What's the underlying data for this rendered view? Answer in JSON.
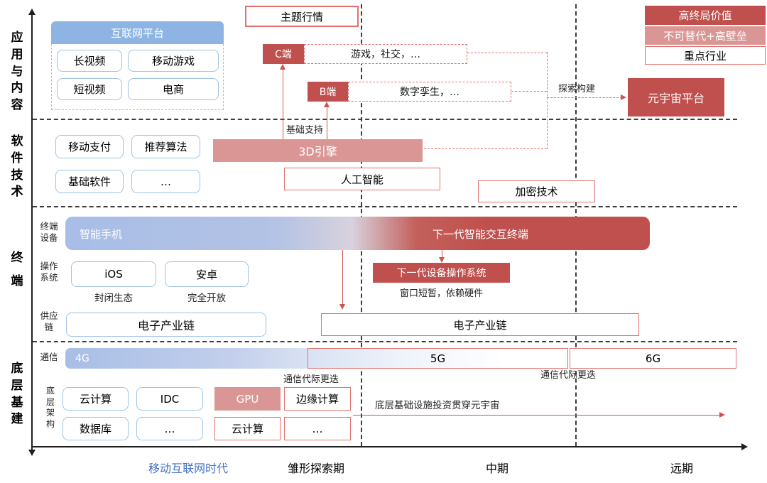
{
  "colors": {
    "dark-red": "#c0504d",
    "pink": "#d99694",
    "red-line": "#e2716d",
    "blue-solid": "#8db4e2",
    "blue-border": "#9dc3e6",
    "blue-text": "#4472c4",
    "grad-blue": "#a9bfe6",
    "axis": "#1f1f1f"
  },
  "row_labels": {
    "apps": "应用与内容",
    "software": "软件技术",
    "terminal": "终端",
    "infra": "底层基建"
  },
  "row1": {
    "platform": {
      "header": "互联网平台",
      "items": [
        "长视频",
        "移动游戏",
        "短视频",
        "电商"
      ]
    },
    "theme": "主题行情",
    "c_tag": "C端",
    "c_items": "游戏，社交，…",
    "b_tag": "B端",
    "b_items": "数字孪生，…",
    "explore": "探索构建",
    "metaverse": "元宇宙平台",
    "legend": [
      "高终局价值",
      "不可替代+高壁垒",
      "重点行业"
    ]
  },
  "row2": {
    "boxes": [
      "移动支付",
      "推荐算法",
      "基础软件",
      "…"
    ],
    "support": "基础支持",
    "engine": "3D引擎",
    "ai": "人工智能",
    "crypto": "加密技术"
  },
  "row3": {
    "sub_device": "终端设备",
    "sub_os": "操作系统",
    "sub_chain": "供应链",
    "smartphone": "智能手机",
    "next_terminal": "下一代智能交互终端",
    "ios": "iOS",
    "ios_note": "封闭生态",
    "android": "安卓",
    "android_note": "完全开放",
    "next_os": "下一代设备操作系统",
    "next_os_note": "窗口短暂，依赖硬件",
    "chain_old": "电子产业链",
    "chain_new": "电子产业链"
  },
  "row4": {
    "sub_comm": "通信",
    "sub_arch": "底层架构",
    "g4": "4G",
    "g5": "5G",
    "g6": "6G",
    "gen_update_left": "通信代际更迭",
    "gen_update_right": "通信代际更迭",
    "blue_boxes": [
      "云计算",
      "IDC",
      "数据库",
      "…"
    ],
    "red_boxes": [
      "GPU",
      "边缘计算",
      "云计算",
      "…"
    ],
    "invest": "底层基础设施投资贯穿元宇宙"
  },
  "timeline": [
    "移动互联网时代",
    "雏形探索期",
    "中期",
    "远期"
  ]
}
